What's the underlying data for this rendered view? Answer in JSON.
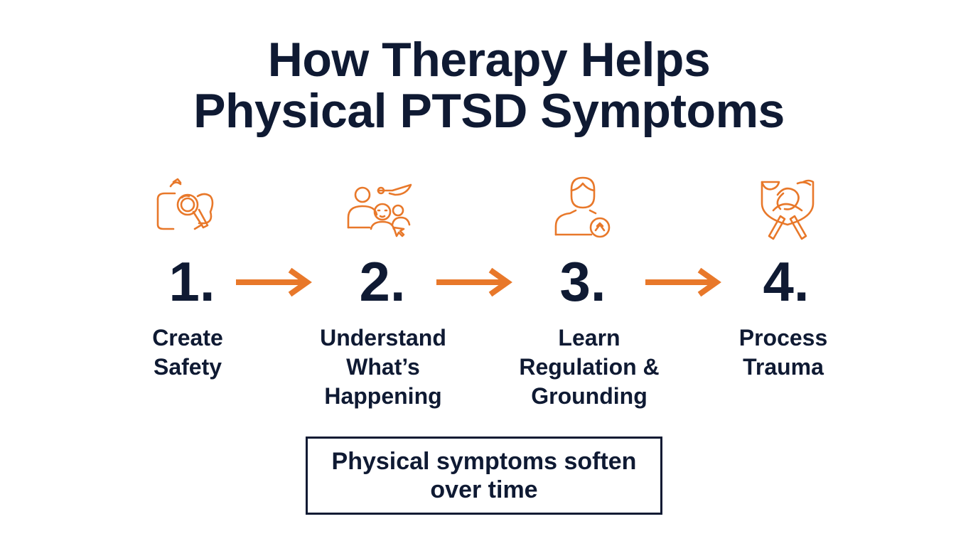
{
  "title": {
    "line1": "How Therapy Helps",
    "line2": "Physical PTSD Symptoms"
  },
  "colors": {
    "accent": "#e8782a",
    "text": "#0f1a33"
  },
  "steps": [
    {
      "number": "1.",
      "label_lines": [
        "Create",
        "Safety"
      ],
      "icon": "safety-magnifier-icon"
    },
    {
      "number": "2.",
      "label_lines": [
        "Understand",
        "What’s",
        "Happening"
      ],
      "icon": "people-understanding-icon"
    },
    {
      "number": "3.",
      "label_lines": [
        "Learn",
        "Regulation &",
        "Grounding"
      ],
      "icon": "person-regulation-icon"
    },
    {
      "number": "4.",
      "label_lines": [
        "Process",
        "Trauma"
      ],
      "icon": "trauma-processing-icon"
    }
  ],
  "summary": {
    "text": "Physical symptoms soften over time"
  }
}
